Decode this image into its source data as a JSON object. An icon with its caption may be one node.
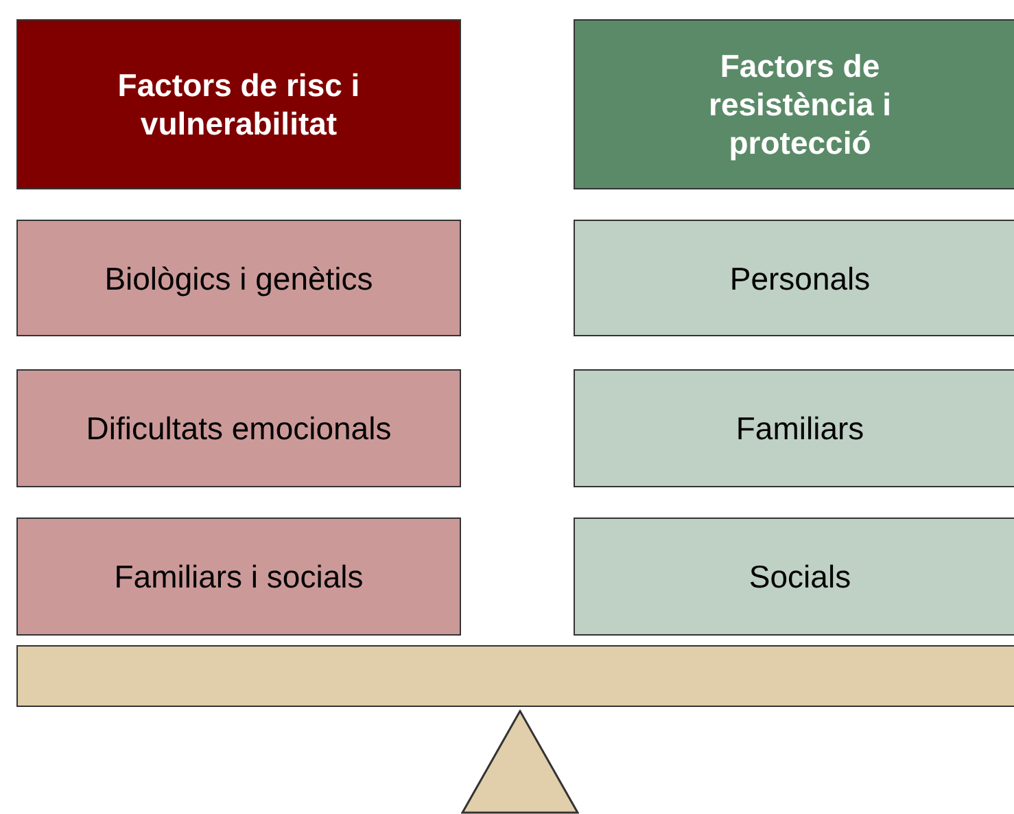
{
  "diagram": {
    "nodes": [
      {
        "text": [
          "Factors de risc i vulnerabilitat"
        ]
      },
      {
        "text": [
          "Factors de resistència i protecció"
        ]
      },
      {
        "text": [
          "Biològics i genètics"
        ]
      },
      {
        "text": [
          "Personals"
        ]
      },
      {
        "text": [
          "Dificultats emocionals"
        ]
      },
      {
        "text": [
          "Familiars"
        ]
      },
      {
        "text": [
          "Familiars i socials"
        ]
      },
      {
        "text": [
          "Socials"
        ]
      },
      {
        "text": [],
        "shape": "bar"
      },
      {
        "text": [],
        "shape": "triangle"
      }
    ],
    "edges": []
  }
}
